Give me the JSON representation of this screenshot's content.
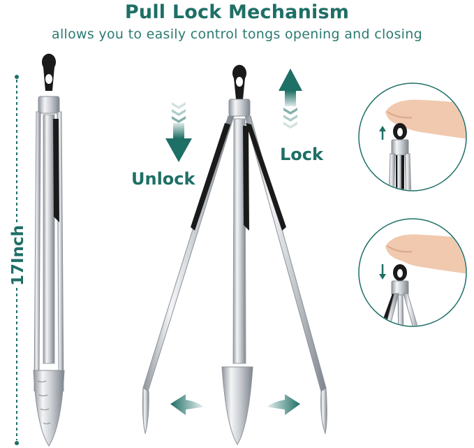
{
  "header": {
    "title": "Pull Lock Mechanism",
    "subtitle": "allows you to easily control tongs opening and closing"
  },
  "labels": {
    "length": "17Inch",
    "unlock": "Unlock",
    "lock": "Lock"
  },
  "colors": {
    "accent": "#1e6f66",
    "steel": "#c9ccd0",
    "silicone": "#1a1a1a"
  },
  "icons": {
    "unlock_arrow": "arrow-down-icon",
    "lock_arrow": "arrow-up-icon",
    "spread_left": "arrow-left-icon",
    "spread_right": "arrow-right-icon"
  }
}
